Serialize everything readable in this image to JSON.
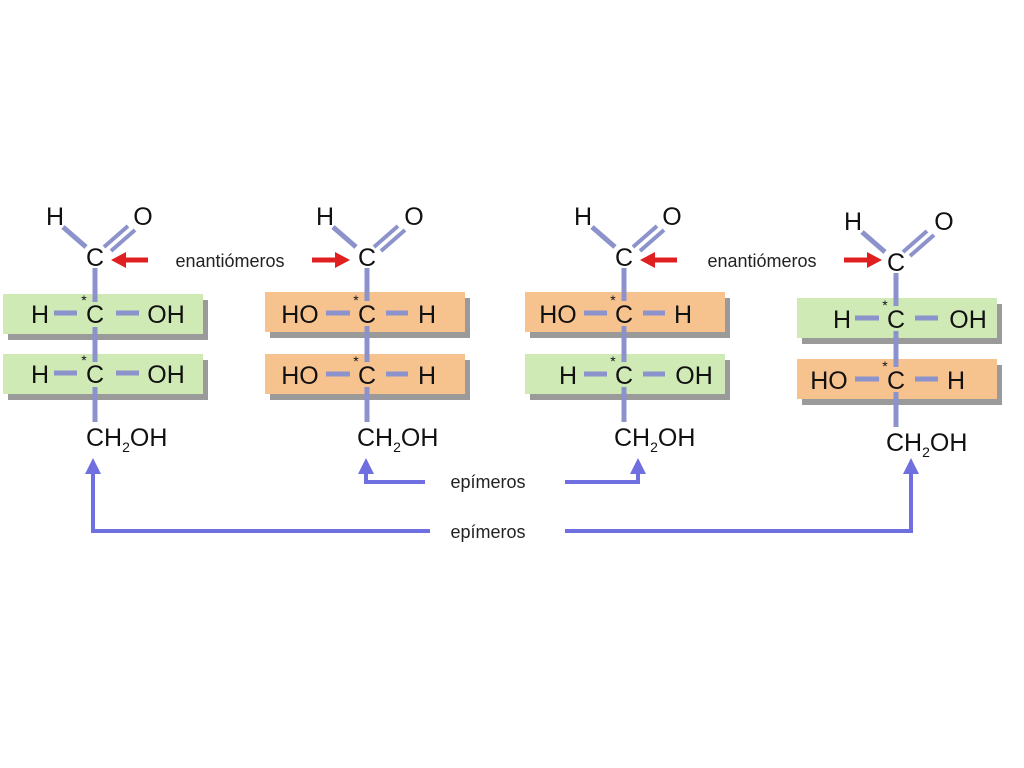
{
  "labels": {
    "enantiomers_left": "enantiómeros",
    "enantiomers_right": "enantiómeros",
    "epimers_inner": "epímeros",
    "epimers_outer": "epímeros"
  },
  "atoms": {
    "H": "H",
    "O": "O",
    "C": "C",
    "OH": "OH",
    "HO": "HO",
    "star": "*",
    "ch2oh_left": "CH",
    "ch2oh_sub": "2",
    "ch2oh_right": "OH"
  },
  "colors": {
    "green_box": "#cfeab5",
    "orange_box": "#f6c38f",
    "red_arrow": "#e02020",
    "blue_arrow": "#6f6fe0",
    "bond": "#8c93cc"
  },
  "molecules": [
    {
      "row1": "green",
      "row2": "green"
    },
    {
      "row1": "orange",
      "row2": "orange"
    },
    {
      "row1": "orange",
      "row2": "green"
    },
    {
      "row1": "green",
      "row2": "orange"
    }
  ]
}
